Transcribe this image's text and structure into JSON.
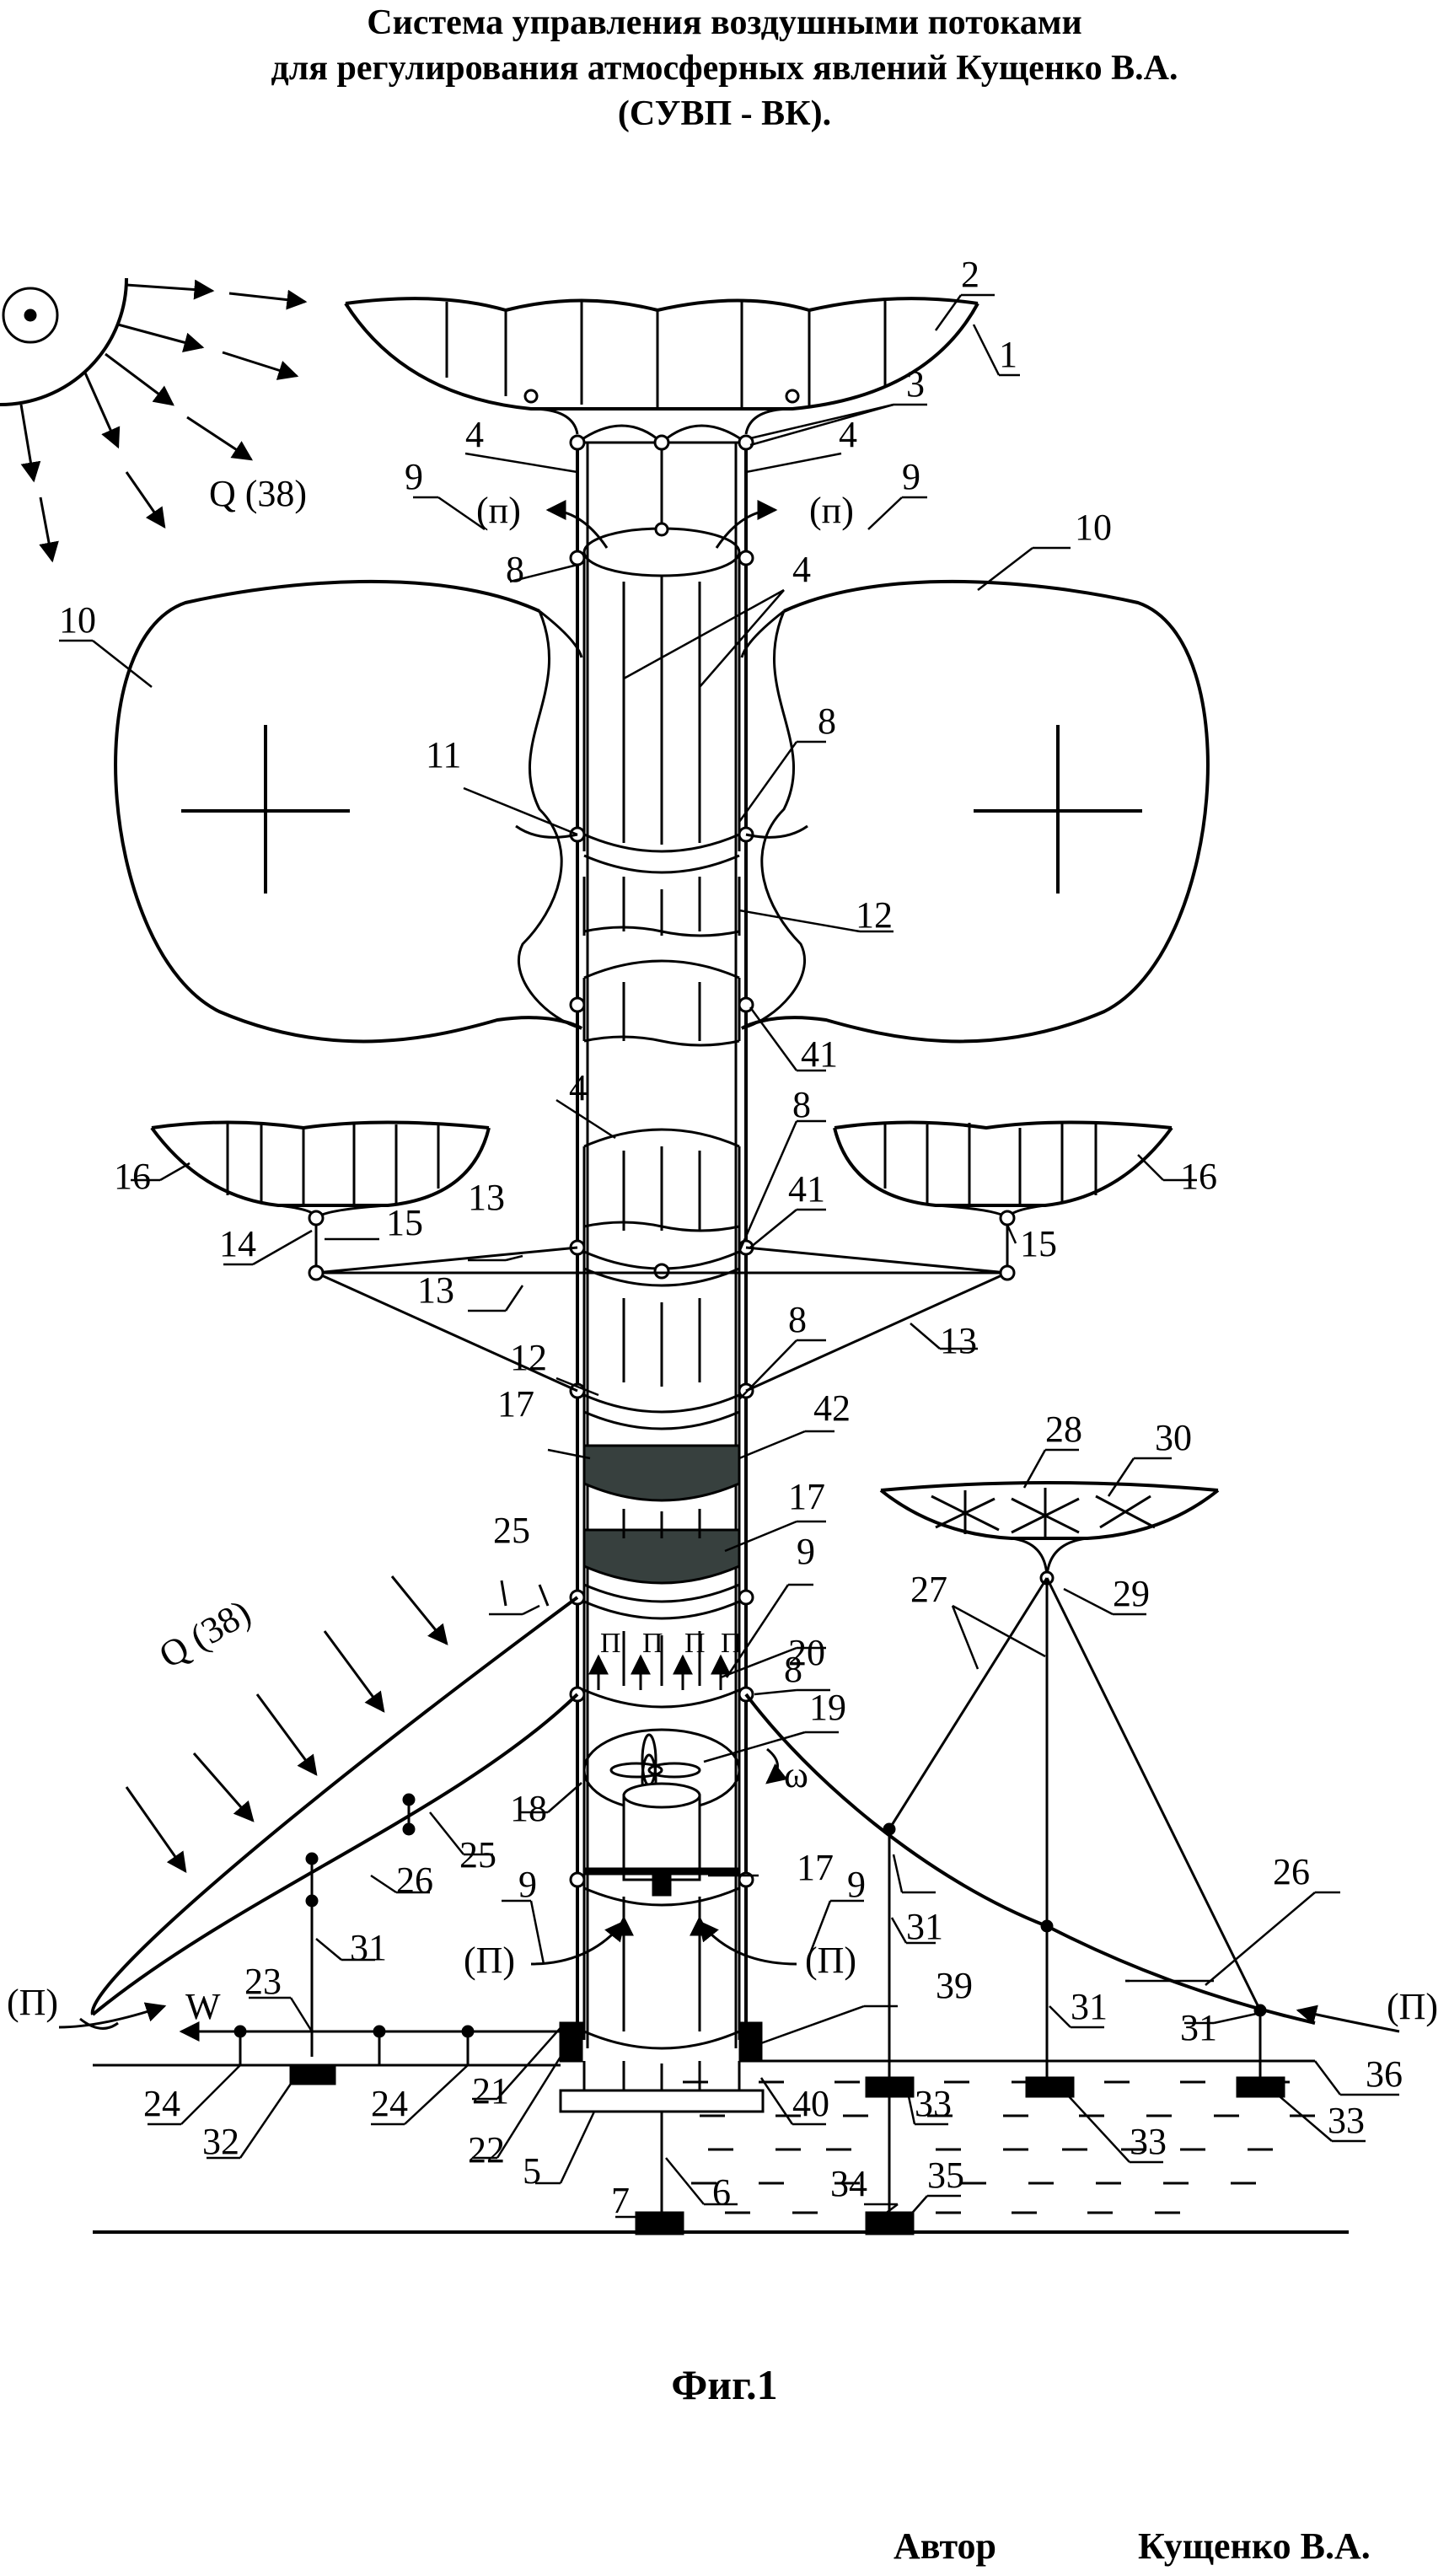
{
  "title": {
    "line1": "Система управления воздушными потоками",
    "line2": "для регулирования атмосферных явлений Кущенко В.А.",
    "line3": "(СУВП - ВК)."
  },
  "figure_label": "Фиг.1",
  "author": {
    "label": "Автор",
    "name": "Кущенко В.А."
  },
  "labels": {
    "q_top": "Q (38)",
    "q_left": "Q (38)",
    "p_small": "(п)",
    "p_big": "(П)",
    "p_arrow": "П",
    "omega": "ω",
    "wind": "W",
    "n1": "1",
    "n2": "2",
    "n3": "3",
    "n4": "4",
    "n5": "5",
    "n6": "6",
    "n7": "7",
    "n8": "8",
    "n9": "9",
    "n10": "10",
    "n11": "11",
    "n12": "12",
    "n13": "13",
    "n14": "14",
    "n15": "15",
    "n16": "16",
    "n17": "17",
    "n18": "18",
    "n19": "19",
    "n20": "20",
    "n21": "21",
    "n22": "22",
    "n23": "23",
    "n24": "24",
    "n25": "25",
    "n26": "26",
    "n27": "27",
    "n28": "28",
    "n29": "29",
    "n30": "30",
    "n31": "31",
    "n32": "32",
    "n33": "33",
    "n34": "34",
    "n35": "35",
    "n36": "36",
    "n39": "39",
    "n40": "40",
    "n41": "41",
    "n42": "42"
  }
}
